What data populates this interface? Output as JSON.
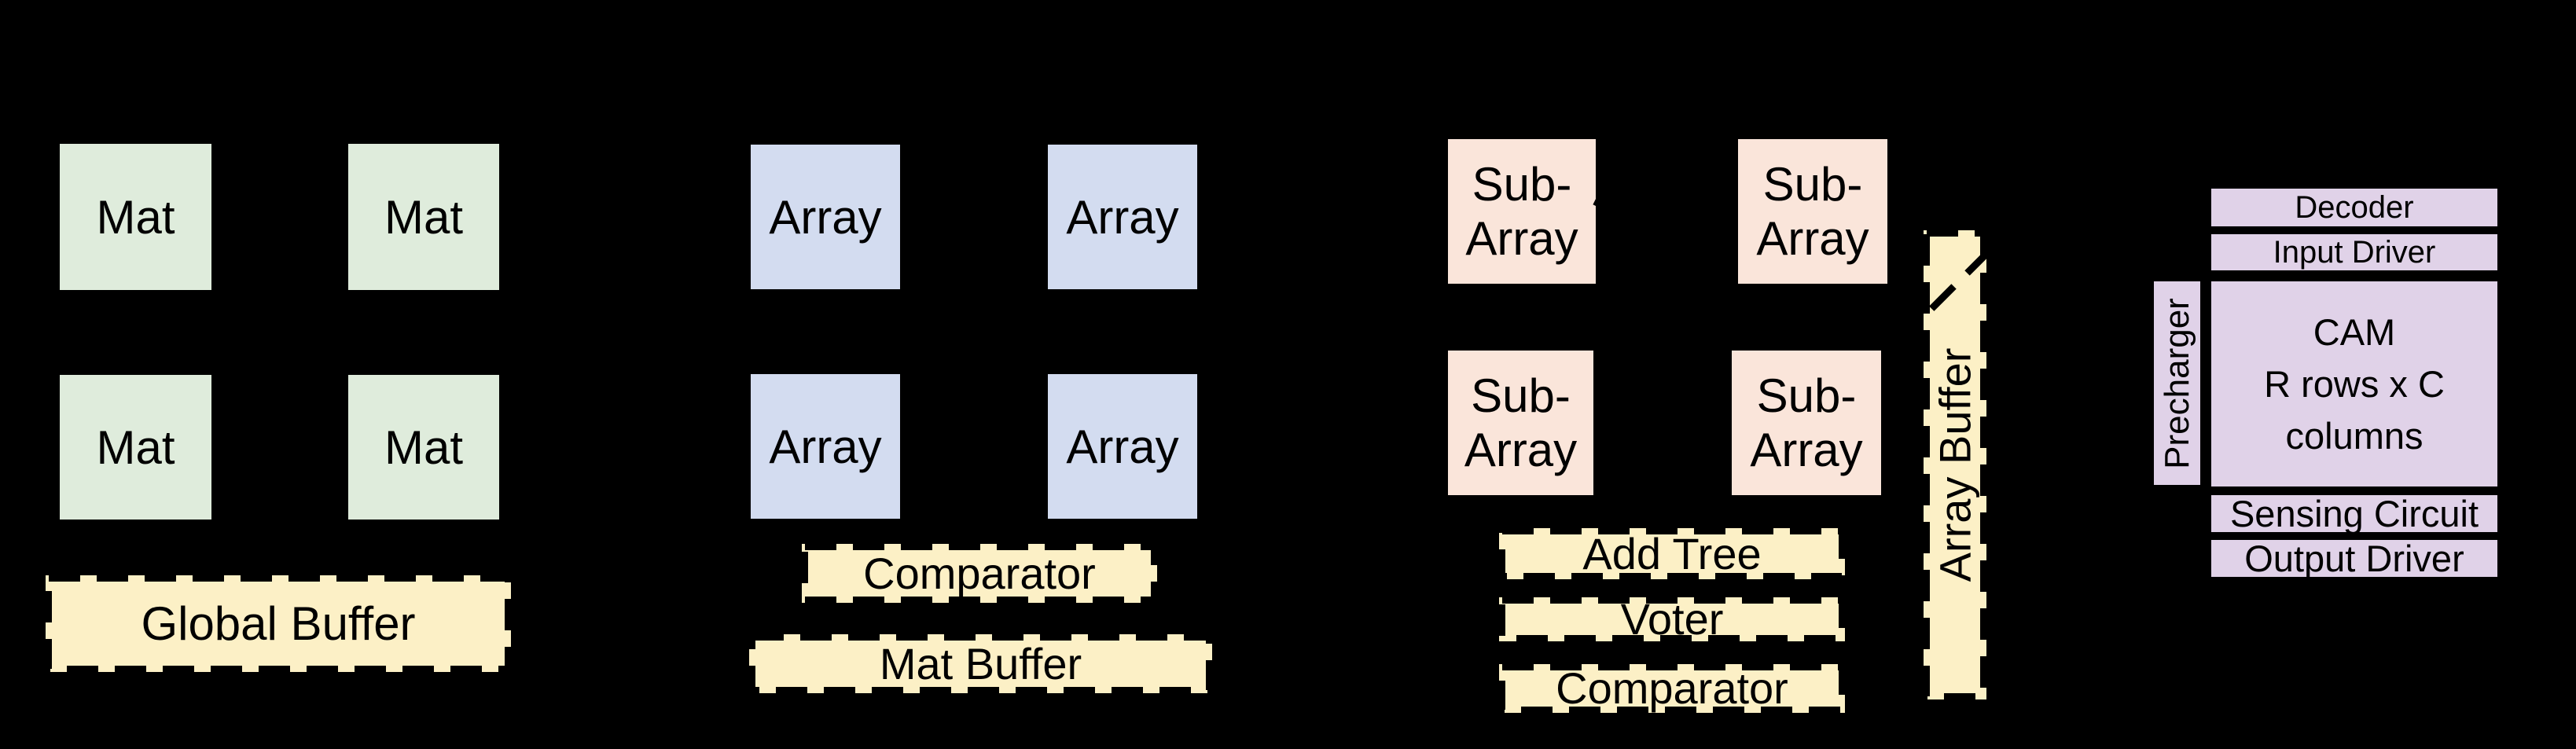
{
  "canvas": {
    "width": "3277",
    "height": "953",
    "background": "#000000"
  },
  "palette": {
    "mat_green": "#DFECDC",
    "array_blue": "#D3DCF0",
    "subarray_pink": "#FAE5DA",
    "buffer_cream": "#FCF0C6",
    "cam_purple": "#E0D2E8",
    "stroke_black": "#000000"
  },
  "chip_section": {
    "mat_labels": [
      "Mat",
      "Mat",
      "Mat",
      "Mat"
    ],
    "global_buffer_label": "Global Buffer"
  },
  "mat_section": {
    "array_labels": [
      "Array",
      "Array",
      "Array",
      "Array"
    ],
    "comparator_label": "Comparator",
    "mat_buffer_label": "Mat Buffer"
  },
  "array_section": {
    "subarray_labels": [
      "Sub-Array",
      "Sub-Array",
      "Sub-Array",
      "Sub-Array"
    ],
    "add_tree_label": "Add Tree",
    "voter_label": "Voter",
    "comparator_label": "Comparator",
    "array_buffer_label": "Array Buffer"
  },
  "cam_section": {
    "decoder_label": "Decoder",
    "input_driver_label": "Input Driver",
    "precharger_label": "Precharger",
    "cam_lines": [
      "CAM",
      "R rows x C",
      "columns"
    ],
    "sensing_circuit_label": "Sensing Circuit",
    "output_driver_label": "Output Driver"
  }
}
